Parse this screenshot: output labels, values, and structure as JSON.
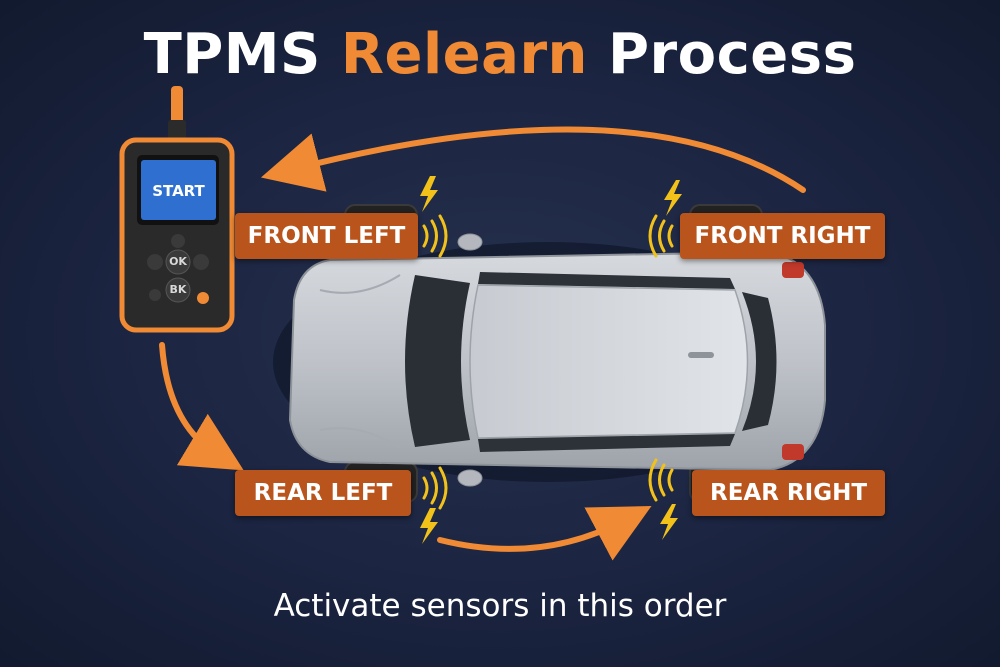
{
  "title": {
    "part1": "TPMS",
    "part2": "Relearn",
    "part3": "Process"
  },
  "subtitle": "Activate sensors in this order",
  "tool": {
    "screen_label": "START",
    "ok_key": "OK",
    "back_key": "BK"
  },
  "wheels": {
    "front_left": "FRONT LEFT",
    "front_right": "FRONT RIGHT",
    "rear_left": "REAR LEFT",
    "rear_right": "REAR RIGHT"
  },
  "colors": {
    "accent": "#f08a34",
    "label_bg": "#b9551c",
    "signal": "#f2c21a",
    "background": "#1b2440"
  }
}
